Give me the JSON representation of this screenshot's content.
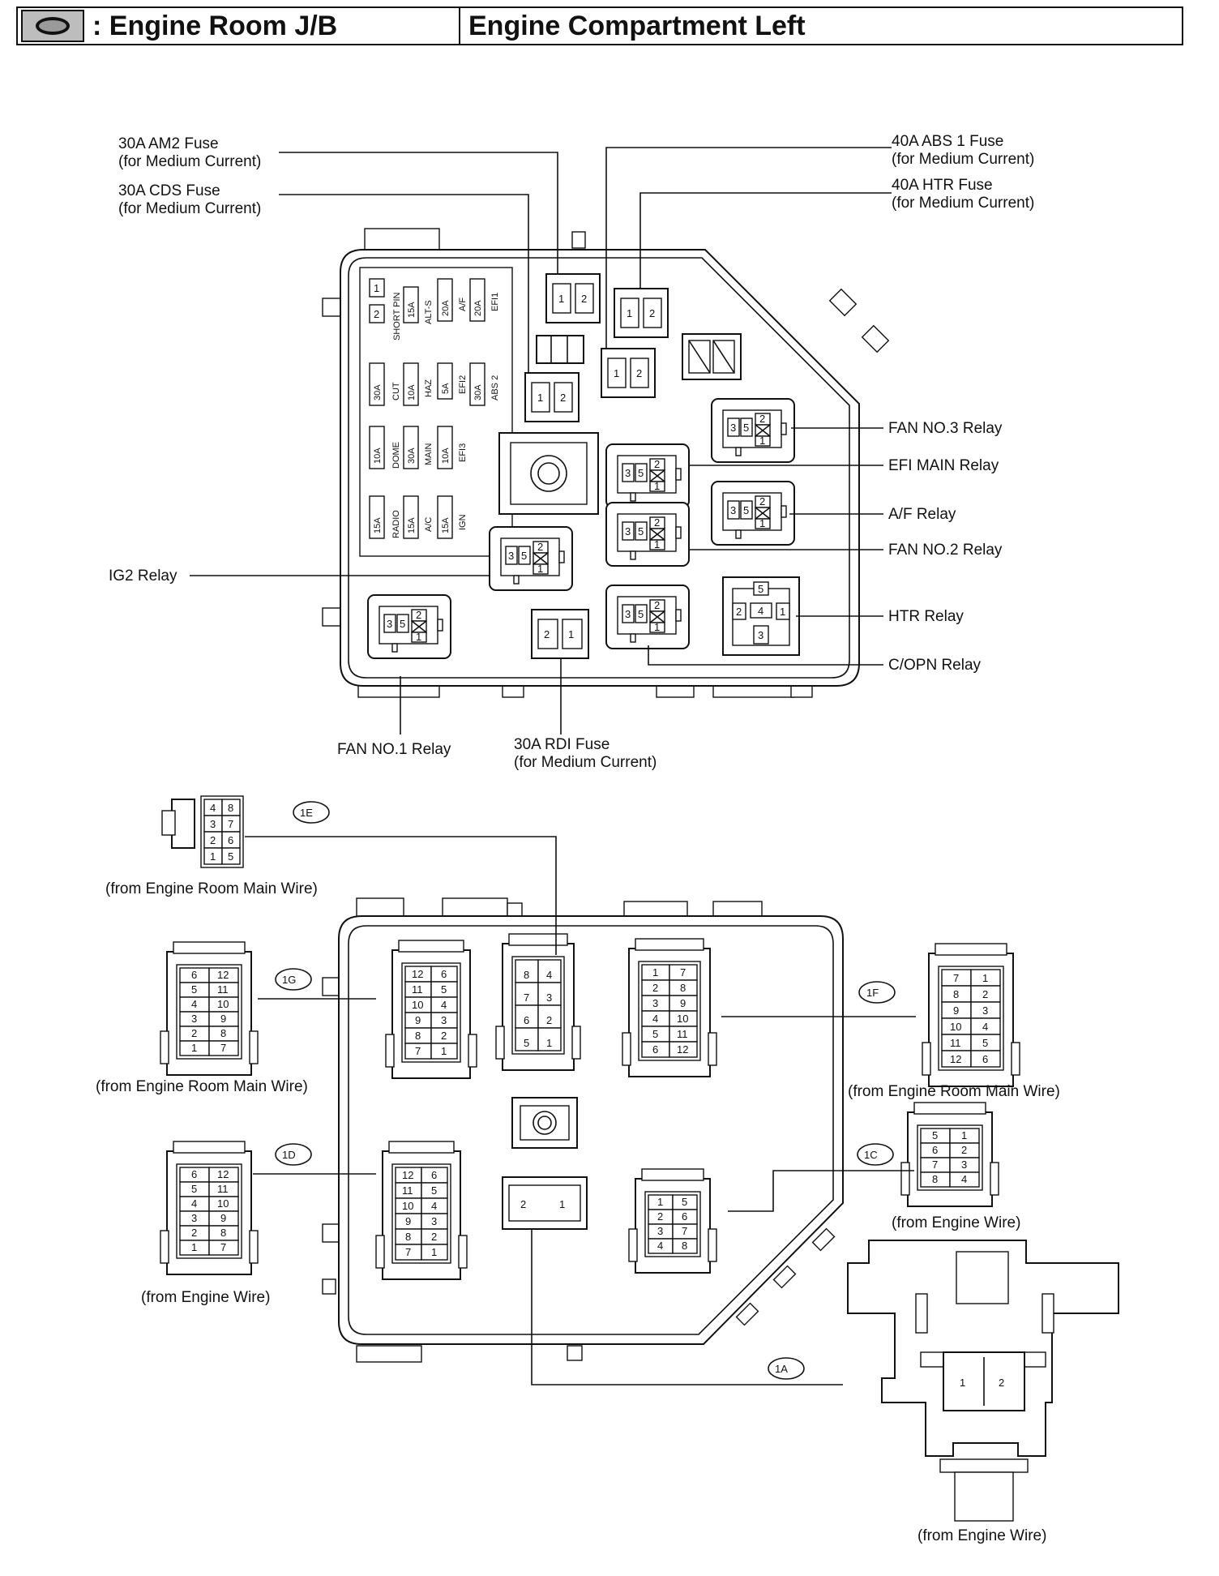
{
  "header": {
    "icon": "connector-icon",
    "left_title": ": Engine Room J/B",
    "right_title": "Engine Compartment Left"
  },
  "top_labels": {
    "am2_fuse": {
      "line1": "30A AM2 Fuse",
      "line2": "(for Medium Current)"
    },
    "cds_fuse": {
      "line1": "30A CDS Fuse",
      "line2": "(for Medium Current)"
    },
    "abs1_fuse": {
      "line1": "40A ABS 1 Fuse",
      "line2": "(for Medium Current)"
    },
    "htr_fuse": {
      "line1": "40A HTR Fuse",
      "line2": "(for Medium Current)"
    },
    "fan3_relay": "FAN NO.3 Relay",
    "efi_main_relay": "EFI MAIN Relay",
    "af_relay": "A/F Relay",
    "fan2_relay": "FAN NO.2 Relay",
    "htr_relay": "HTR Relay",
    "copn_relay": "C/OPN Relay",
    "ig2_relay": "IG2 Relay",
    "fan1_relay": "FAN NO.1 Relay",
    "rdi_fuse": {
      "line1": "30A RDI Fuse",
      "line2": "(for Medium Current)"
    }
  },
  "mini_fuses": {
    "col1": [
      {
        "amp": "",
        "name": "SHORT PIN"
      },
      {
        "amp": "30A",
        "name": "CUT"
      },
      {
        "amp": "10A",
        "name": "DOME"
      },
      {
        "amp": "15A",
        "name": "RADIO"
      }
    ],
    "col2": [
      {
        "amp": "15A",
        "name": "ALT-S"
      },
      {
        "amp": "10A",
        "name": "HAZ"
      },
      {
        "amp": "30A",
        "name": "MAIN"
      },
      {
        "amp": "15A",
        "name": "A/C"
      }
    ],
    "col3": [
      {
        "amp": "20A",
        "name": "A/F"
      },
      {
        "amp": "5A",
        "name": "EFI2"
      },
      {
        "amp": "10A",
        "name": "EFI3"
      },
      {
        "amp": "15A",
        "name": "IGN"
      }
    ],
    "col4": [
      {
        "amp": "20A",
        "name": "EFI1"
      },
      {
        "amp": "30A",
        "name": "ABS 2"
      }
    ],
    "pin1": "1",
    "pin2": "2"
  },
  "pins": {
    "p1": "1",
    "p2": "2",
    "p3": "3",
    "p4": "4",
    "p5": "5"
  },
  "connectors": {
    "c1E": {
      "id": "1E",
      "source": "(from Engine Room Main Wire)",
      "pins": [
        "4",
        "8",
        "3",
        "7",
        "2",
        "6",
        "1",
        "5"
      ]
    },
    "c1G": {
      "id": "1G",
      "source": "(from Engine Room Main Wire)",
      "pins": [
        "6",
        "12",
        "5",
        "11",
        "4",
        "10",
        "3",
        "9",
        "2",
        "8",
        "1",
        "7"
      ]
    },
    "c1D": {
      "id": "1D",
      "source": "(from Engine Wire)",
      "pins": [
        "6",
        "12",
        "5",
        "11",
        "4",
        "10",
        "3",
        "9",
        "2",
        "8",
        "1",
        "7"
      ]
    },
    "c1F": {
      "id": "1F",
      "source": "(from Engine Room Main Wire)",
      "pins": [
        "7",
        "1",
        "8",
        "2",
        "9",
        "3",
        "10",
        "4",
        "11",
        "5",
        "12",
        "6"
      ]
    },
    "c1C": {
      "id": "1C",
      "source": "(from Engine Wire)",
      "pins": [
        "5",
        "1",
        "6",
        "2",
        "7",
        "3",
        "8",
        "4"
      ]
    },
    "c1A": {
      "id": "1A",
      "source": "(from Engine Wire)",
      "pins": [
        "1",
        "2"
      ]
    }
  },
  "box_sockets": {
    "g": [
      "12",
      "6",
      "11",
      "5",
      "10",
      "4",
      "9",
      "3",
      "8",
      "2",
      "7",
      "1"
    ],
    "e": [
      "8",
      "4",
      "7",
      "3",
      "6",
      "2",
      "5",
      "1"
    ],
    "f": [
      "1",
      "7",
      "2",
      "8",
      "3",
      "9",
      "4",
      "10",
      "5",
      "11",
      "6",
      "12"
    ],
    "d": [
      "12",
      "6",
      "11",
      "5",
      "10",
      "4",
      "9",
      "3",
      "8",
      "2",
      "7",
      "1"
    ],
    "c": [
      "1",
      "5",
      "2",
      "6",
      "3",
      "7",
      "4",
      "8"
    ],
    "a": [
      "2",
      "1"
    ]
  }
}
